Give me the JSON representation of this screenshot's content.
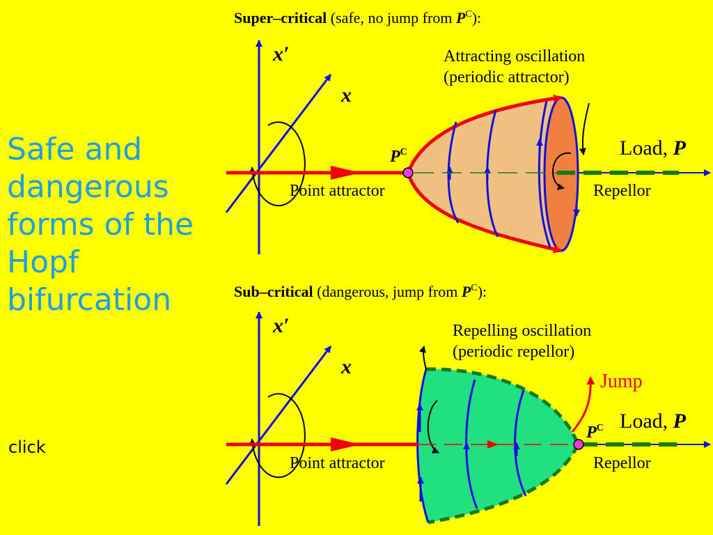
{
  "sidebar": {
    "title_lines": [
      "Safe and",
      "dangerous",
      "forms of the",
      "Hopf",
      "bifurcation"
    ],
    "click": "click"
  },
  "top": {
    "heading_bold": "Super–critical",
    "heading_rest": " (safe, no jump from ",
    "heading_end": "):",
    "p_symbol": "P",
    "c_symbol": "C",
    "axis_xprime": "x′",
    "axis_x": "x",
    "pc_label": "P",
    "label_osc_1": "Attracting oscillation",
    "label_osc_2": "(periodic attractor)",
    "load_label": "Load, ",
    "load_p": "P",
    "point_attractor": "Point attractor",
    "repellor": "Repellor"
  },
  "bottom": {
    "heading_bold": "Sub–critical",
    "heading_rest": " (dangerous, jump from ",
    "heading_end": "):",
    "p_symbol": "P",
    "c_symbol": "C",
    "axis_xprime": "x′",
    "axis_x": "x",
    "pc_label": "P",
    "label_osc_1": "Repelling oscillation",
    "label_osc_2": "(periodic repellor)",
    "jump": "Jump",
    "load_label": "Load, ",
    "load_p": "P",
    "point_attractor": "Point attractor",
    "repellor": "Repellor"
  },
  "colors": {
    "background": "#ffff00",
    "title": "#1ea0e0",
    "axis_blue": "#1010e0",
    "attractor_red": "#f00000",
    "repellor_green": "#1a7a1a",
    "cone_light": "#f0c080",
    "cone_dark": "#f08040",
    "green_fill": "#20e080"
  }
}
